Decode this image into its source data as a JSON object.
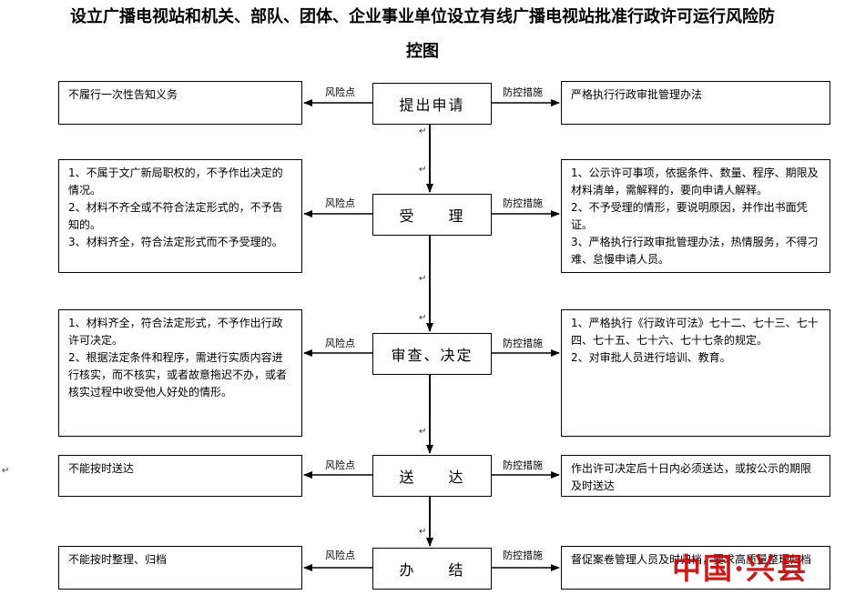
{
  "title_line1": "设立广播电视站和机关、部队、团体、企业事业单位设立有线广播电视站批准行政许可运行风险防",
  "title_line2": "控图",
  "risk_label": "风险点",
  "control_label": "防控措施",
  "steps": [
    {
      "name": "提出申请",
      "risk": "不履行一次性告知义务",
      "control": "严格执行行政审批管理办法"
    },
    {
      "name": "受　　理",
      "risk": "1、不属于文广新局职权的，不予作出决定的情况。\n2、材料不齐全或不符合法定形式的，不予告知的。\n3、材料齐全，符合法定形式而不予受理的。",
      "control": "1、公示许可事项，依据条件、数量、程序、期限及材料清单，需解释的，要向申请人解释。\n2、不予受理的情形，要说明原因，并作出书面凭证。\n3、严格执行行政审批管理办法，热情服务，不得刁难、怠慢申请人员。"
    },
    {
      "name": "审查、决定",
      "risk": "1、材料齐全，符合法定形式，不予作出行政许可决定。\n2、根据法定条件和程序，需进行实质内容进行核实，而不核实，或者故意拖迟不办，或者核实过程中收受他人好处的情形。",
      "control": "1、严格执行《行政许可法》七十二、七十三、七十四、七十五、七十六、七十七条的规定。\n2、对审批人员进行培训、教育。"
    },
    {
      "name": "送　　达",
      "risk": "不能按时送达",
      "control": "作出许可决定后十日内必须送达，或按公示的期限及时送达"
    },
    {
      "name": "办　　结",
      "risk": "不能按时整理、归档",
      "control": "督促案卷管理人员及时归档，要求高质量整理归档"
    }
  ],
  "watermark": "中国·兴县",
  "colors": {
    "watermark": "#cc0000",
    "line": "#000000"
  }
}
